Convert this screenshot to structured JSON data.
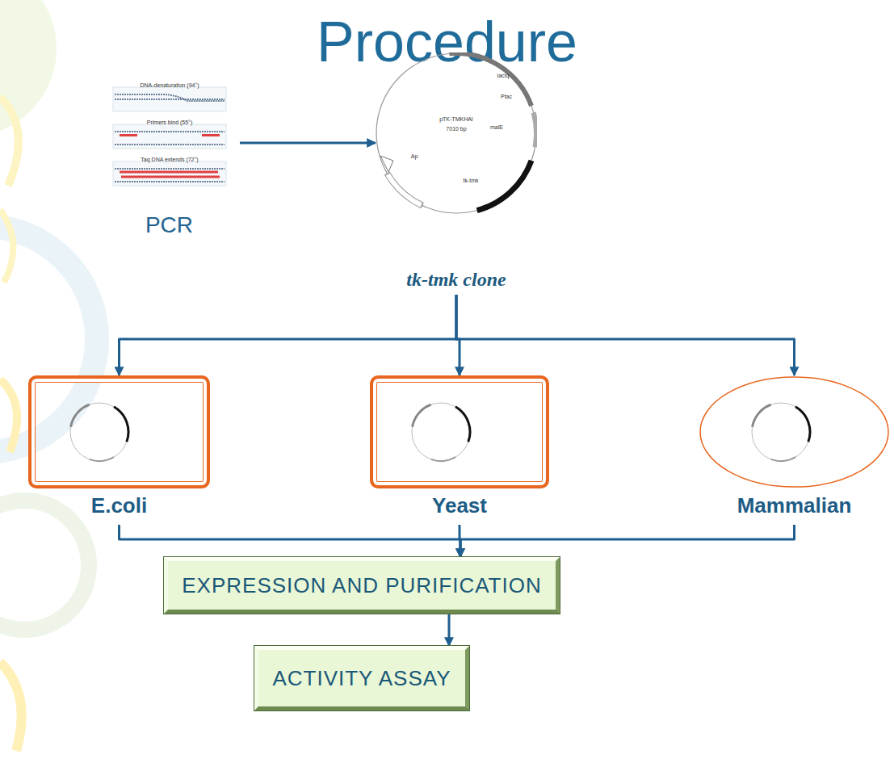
{
  "diagram": {
    "title": "Procedure",
    "nodes": [
      {
        "text": [
          "PCR"
        ]
      },
      {
        "text": [
          "tk-tmk clone"
        ]
      },
      {
        "text": [
          "E.coli"
        ]
      },
      {
        "text": [
          "Yeast"
        ]
      },
      {
        "text": [
          "Mammalian"
        ]
      },
      {
        "text": [
          "EXPRESSION AND PURIFICATION"
        ]
      },
      {
        "text": [
          "ACTIVITY ASSAY"
        ]
      }
    ],
    "edges": [
      {
        "from": 0,
        "to": 1,
        "arrow": "to"
      },
      {
        "from": 1,
        "to": 2,
        "arrow": "to"
      },
      {
        "from": 1,
        "to": 3,
        "arrow": "to"
      },
      {
        "from": 1,
        "to": 4,
        "arrow": "to"
      },
      {
        "from": 2,
        "to": 5,
        "arrow": "to"
      },
      {
        "from": 3,
        "to": 5,
        "arrow": "to"
      },
      {
        "from": 4,
        "to": 5,
        "arrow": "to"
      },
      {
        "from": 5,
        "to": 6,
        "arrow": "to"
      }
    ],
    "labels": [
      "DNA-denaturation (94°)",
      "Primers bind (55°)",
      "Taq DNA extends (72°)",
      "pTK-TMKHAI",
      "7010 bp",
      "lacIq",
      "Ptac",
      "malE",
      "tk-tmk",
      "Ap"
    ]
  }
}
